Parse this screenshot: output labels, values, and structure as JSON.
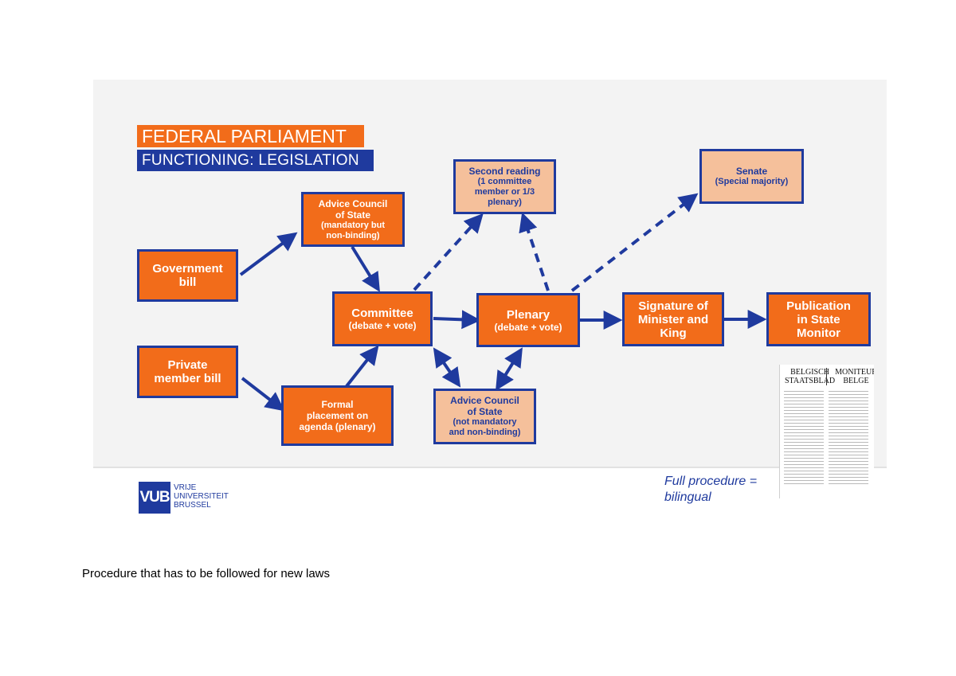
{
  "header": {
    "title": "FEDERAL PARLIAMENT",
    "subtitle": "FUNCTIONING: LEGISLATION"
  },
  "nodes": {
    "government_bill": "Government\nbill",
    "private_member_bill": "Private\nmember bill",
    "advice_council_top_title": "Advice Council\nof State",
    "advice_council_top_note": "(mandatory but\nnon-binding)",
    "committee_title": "Committee",
    "committee_note": "(debate + vote)",
    "formal_placement": "Formal\nplacement on\nagenda (plenary)",
    "second_reading_title": "Second reading",
    "second_reading_note": "(1 committee\nmember or 1/3\nplenary)",
    "plenary_title": "Plenary",
    "plenary_note": "(debate + vote)",
    "advice_council_bottom_title": "Advice Council\nof State",
    "advice_council_bottom_note": "(not mandatory\nand non-binding)",
    "senate_title": "Senate",
    "senate_note": "(Special majority)",
    "signature": "Signature of\nMinister and\nKing",
    "publication": "Publication\nin State\nMonitor"
  },
  "footer": {
    "logo": "VUB",
    "university": "VRIJE\nUNIVERSITEIT\nBRUSSEL",
    "note": "Full procedure =\nbilingual",
    "gazette_left": "BELGISCH\nSTAATSBLAD",
    "gazette_right": "MONITEUR\nBELGE"
  },
  "caption": "Procedure that has to be followed for new laws",
  "colors": {
    "orange": "#f26c1a",
    "peach": "#f5c09b",
    "blue": "#1f3a9e"
  }
}
